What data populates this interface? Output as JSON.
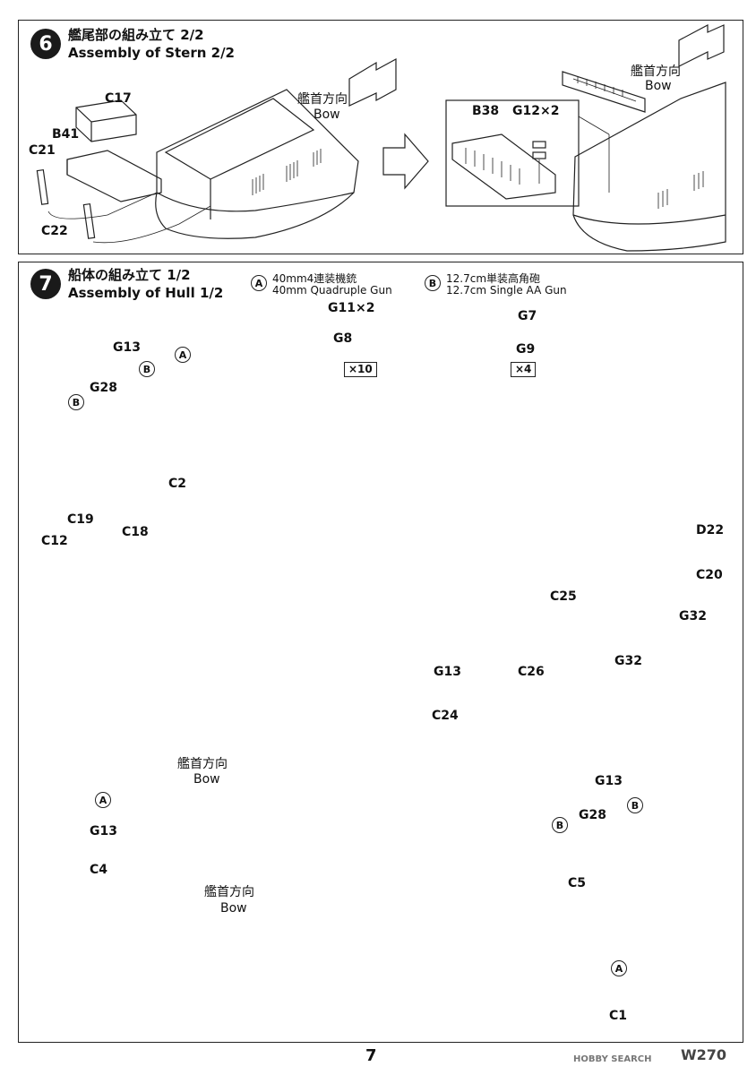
{
  "step6": {
    "number": "6",
    "title_jp": "艦尾部の組み立て 2/2",
    "title_en": "Assembly of Stern 2/2",
    "parts": {
      "c17": "C17",
      "b41": "B41",
      "c21": "C21",
      "c22": "C22",
      "b38": "B38",
      "g12": "G12×2"
    },
    "bow_jp": "艦首方向",
    "bow_en": "Bow"
  },
  "step7": {
    "number": "7",
    "title_jp": "船体の組み立て 1/2",
    "title_en": "Assembly of Hull 1/2",
    "subassembly_a": {
      "mark": "A",
      "name_jp": "40mm4連装機銃",
      "name_en": "40mm Quadruple Gun",
      "part1": "G11×2",
      "part2": "G8",
      "qty": "×10"
    },
    "subassembly_b": {
      "mark": "B",
      "name_jp": "12.7cm単装高角砲",
      "name_en": "12.7cm Single AA Gun",
      "part1": "G7",
      "part2": "G9",
      "qty": "×4"
    },
    "parts": {
      "g13": "G13",
      "g28": "G28",
      "c2": "C2",
      "c19": "C19",
      "c18": "C18",
      "c12": "C12",
      "d22": "D22",
      "c20": "C20",
      "c25": "C25",
      "g32": "G32",
      "c26": "C26",
      "c24": "C24",
      "c4": "C4",
      "c5": "C5",
      "c1": "C1"
    },
    "mark_a": "A",
    "mark_b": "B",
    "bow_jp": "艦首方向",
    "bow_en": "Bow"
  },
  "footer": {
    "page": "7",
    "code": "W270",
    "watermark": "HOBBY SEARCH"
  }
}
